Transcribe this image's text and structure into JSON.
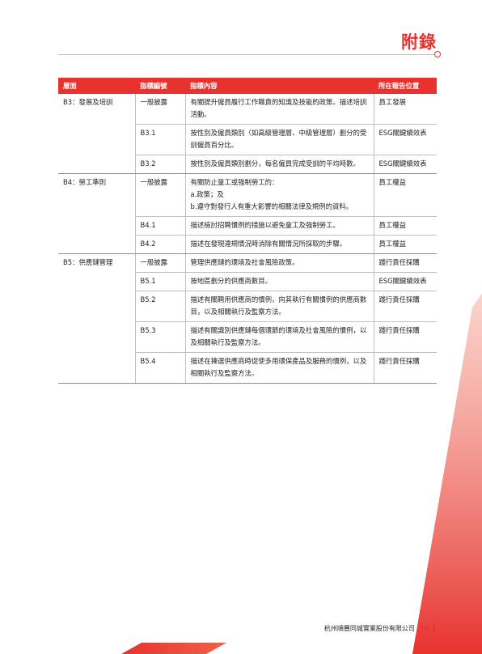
{
  "header": {
    "title": "附錄"
  },
  "table": {
    "columns": [
      "層面",
      "指標編號",
      "指標內容",
      "所在報告位置"
    ],
    "groups": [
      {
        "area": "B3：發展及培訓",
        "rows": [
          {
            "code": "一般披露",
            "content": "有關提升僱員履行工作職責的知識及技能的政策。描述培訓活動。",
            "location": "員工發展"
          },
          {
            "code": "B3.1",
            "content": "按性別及僱員類別（如高級管理層、中級管理層）劃分的受訓僱員百分比。",
            "location": "ESG關鍵績效表"
          },
          {
            "code": "B3.2",
            "content": "按性別及僱員類別劃分，每名僱員完成受訓的平均時數。",
            "location": "ESG關鍵績效表"
          }
        ]
      },
      {
        "area": "B4：勞工準則",
        "rows": [
          {
            "code": "一般披露",
            "content": "有關防止童工或強制勞工的：\na.政策；及\nb.遵守對發行人有重大影響的相關法律及規例的資料。",
            "location": "員工權益"
          },
          {
            "code": "B4.1",
            "content": "描述檢討招聘慣例的措施以避免童工及強制勞工。",
            "location": "員工權益"
          },
          {
            "code": "B4.2",
            "content": "描述在發現違規情況時消除有關情況所採取的步驟。",
            "location": "員工權益"
          }
        ]
      },
      {
        "area": "B5：供應鏈管理",
        "rows": [
          {
            "code": "一般披露",
            "content": "管理供應鏈的環境及社會風險政策。",
            "location": "踐行責任採購"
          },
          {
            "code": "B5.1",
            "content": "按地區劃分的供應商數目。",
            "location": "ESG關鍵績效表"
          },
          {
            "code": "B5.2",
            "content": "描述有關聘用供應商的慣例，向其執行有關慣例的供應商數目，以及相關執行及監察方法。",
            "location": "踐行責任採購"
          },
          {
            "code": "B5.3",
            "content": "描述有關識別供應鏈每個環節的環境及社會風險的慣例，以及相關執行及監察方法。",
            "location": "踐行責任採購"
          },
          {
            "code": "B5.4",
            "content": "描述在揀選供應商時促使多用環保產品及服務的慣例，以及相關執行及監察方法。",
            "location": "踐行責任採購"
          }
        ]
      }
    ]
  },
  "footer": {
    "company": "杭州順豐同城實業股份有限公司",
    "page": "75"
  },
  "colors": {
    "accent": "#e8322e",
    "accent_light": "#f2a9a5"
  }
}
